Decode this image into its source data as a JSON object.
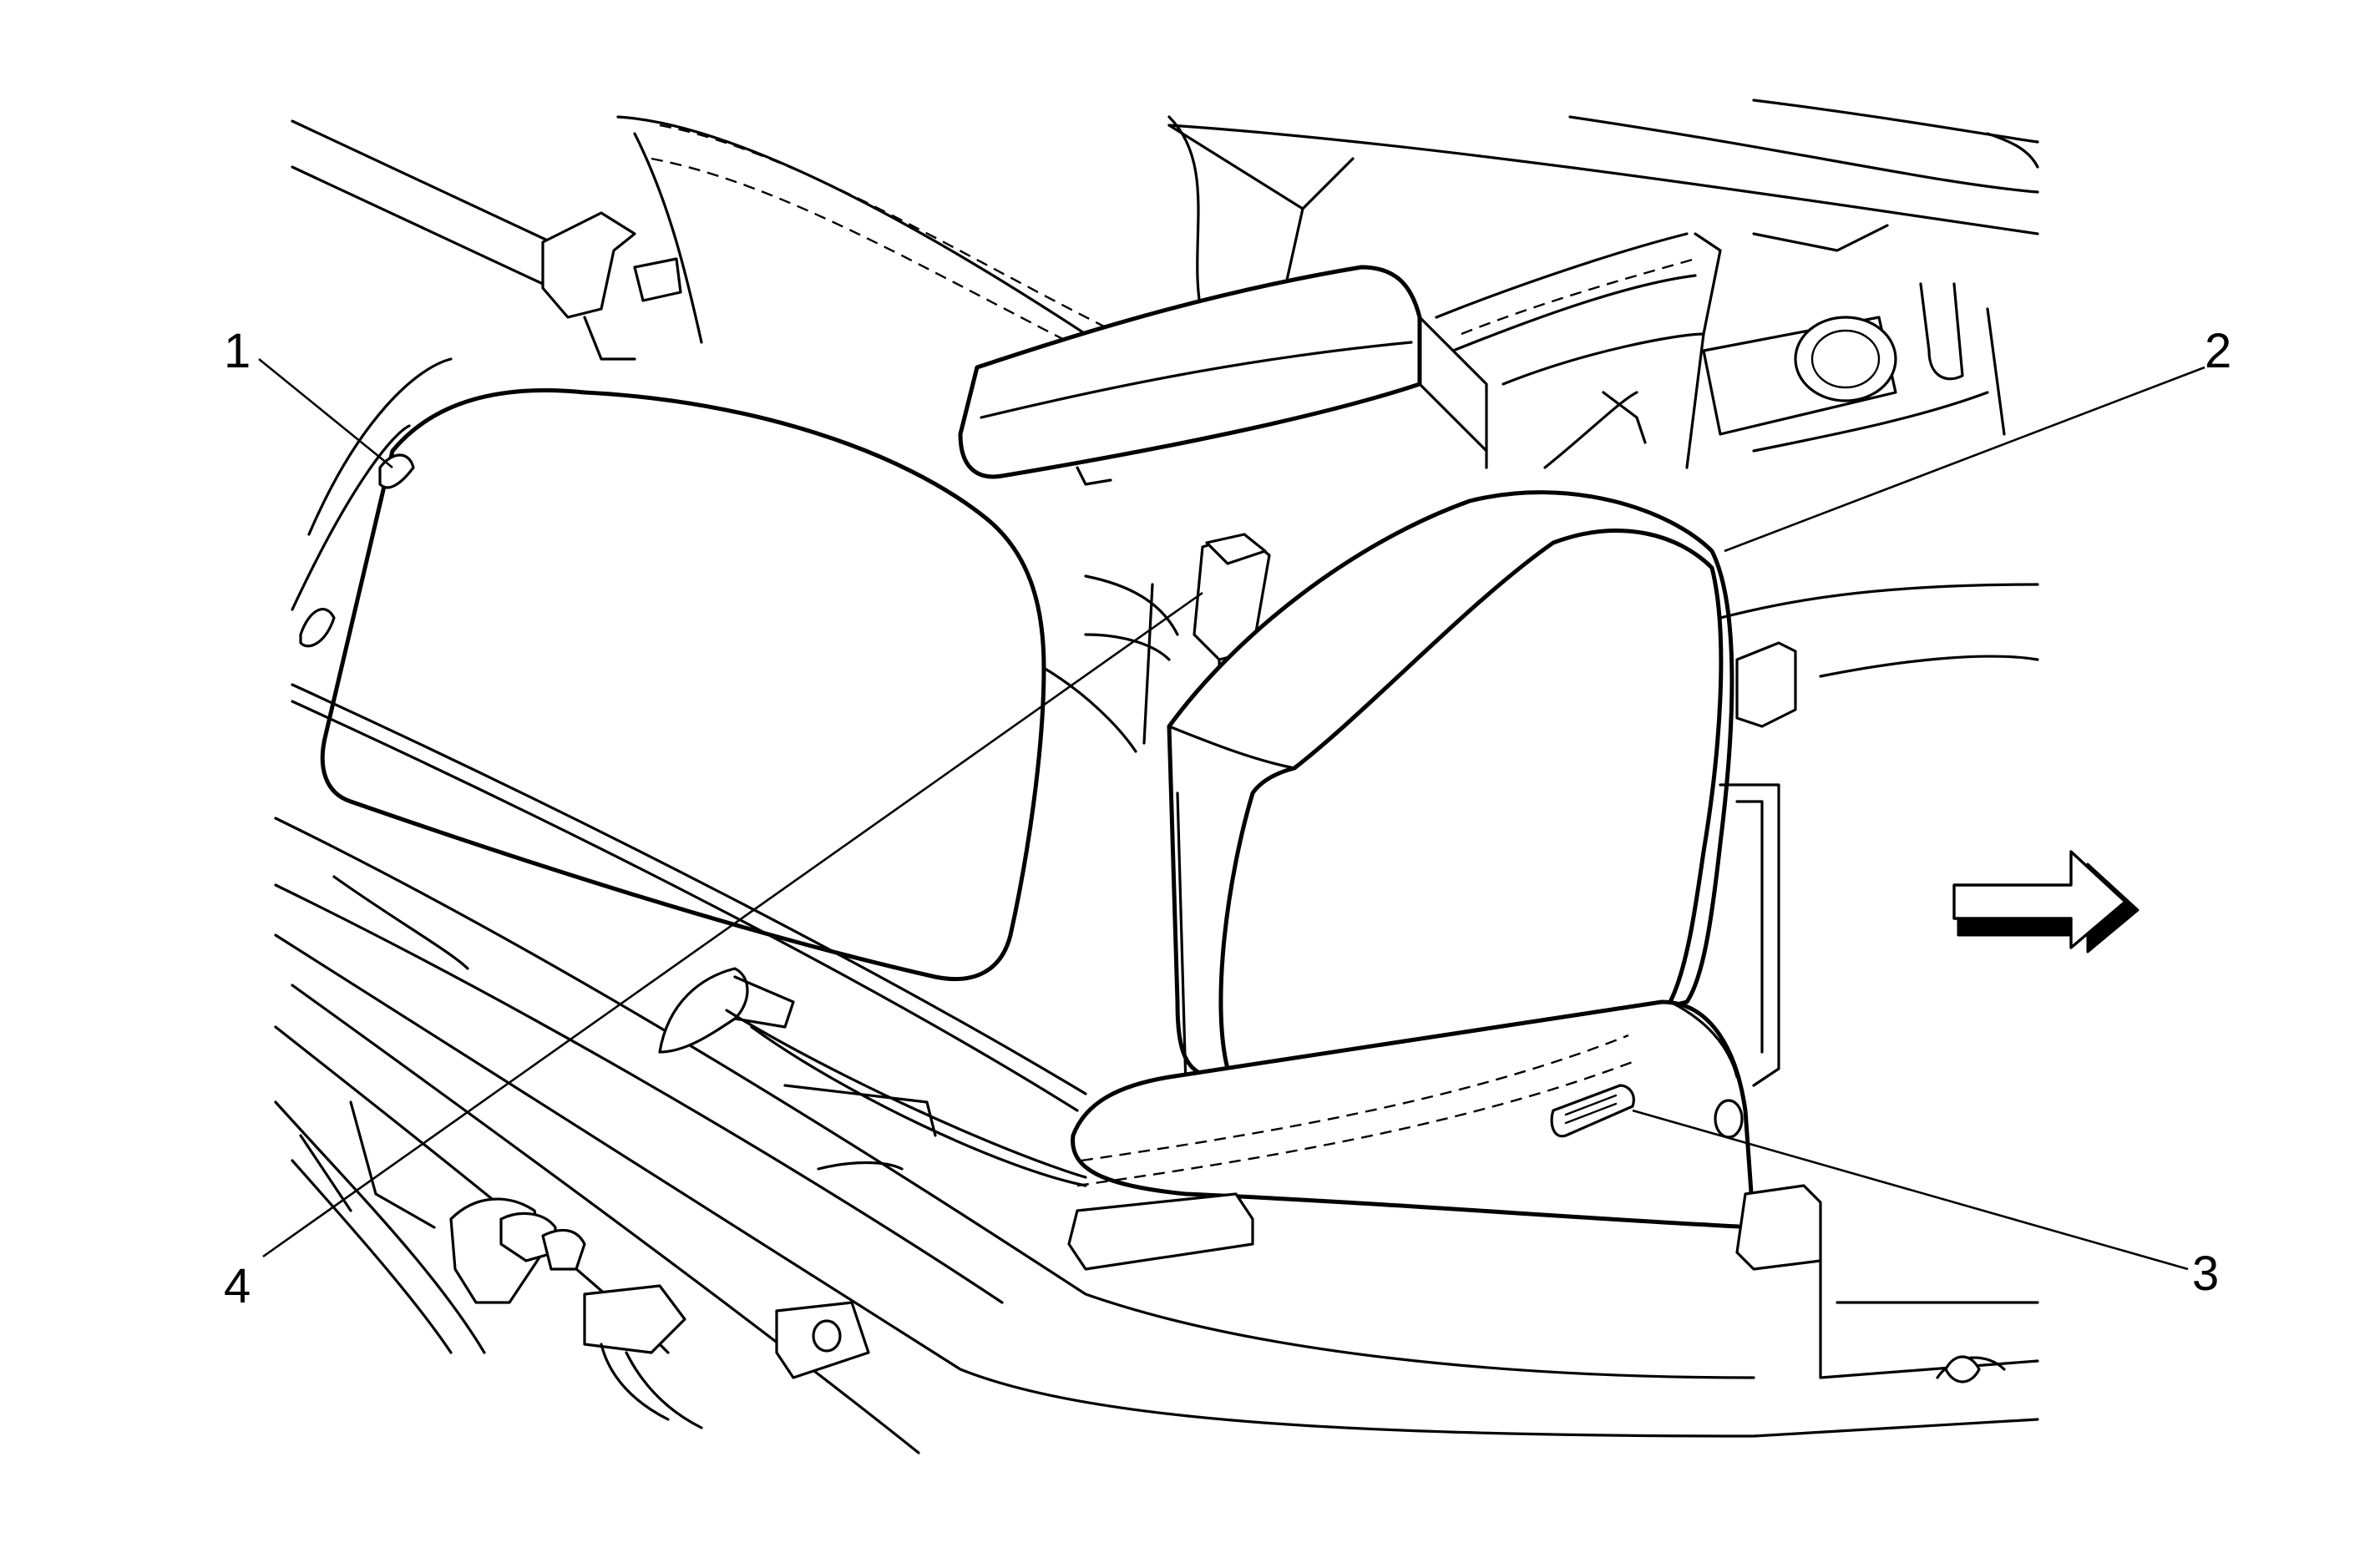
{
  "callouts": [
    {
      "id": "1",
      "label": "1"
    },
    {
      "id": "2",
      "label": "2"
    },
    {
      "id": "3",
      "label": "3"
    },
    {
      "id": "4",
      "label": "4"
    }
  ],
  "arrow": {
    "direction": "right",
    "icon": "forward-arrow-icon"
  }
}
